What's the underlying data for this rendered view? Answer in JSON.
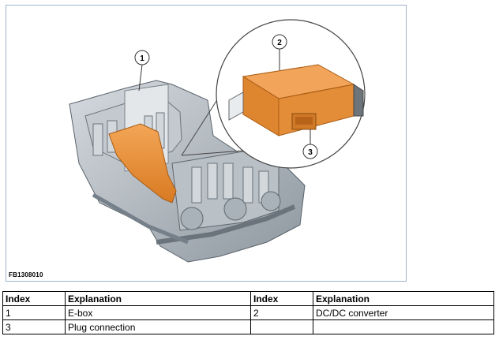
{
  "figure": {
    "code": "FB1308010",
    "callouts": [
      "1",
      "2",
      "3"
    ]
  },
  "table": {
    "headers": [
      "Index",
      "Explanation",
      "Index",
      "Explanation"
    ],
    "rows": [
      [
        "1",
        "E-box",
        "2",
        "DC/DC converter"
      ],
      [
        "3",
        "Plug connection",
        "",
        ""
      ]
    ]
  },
  "colors": {
    "accent": "#f0962e",
    "frame": "#9fb4c8"
  }
}
